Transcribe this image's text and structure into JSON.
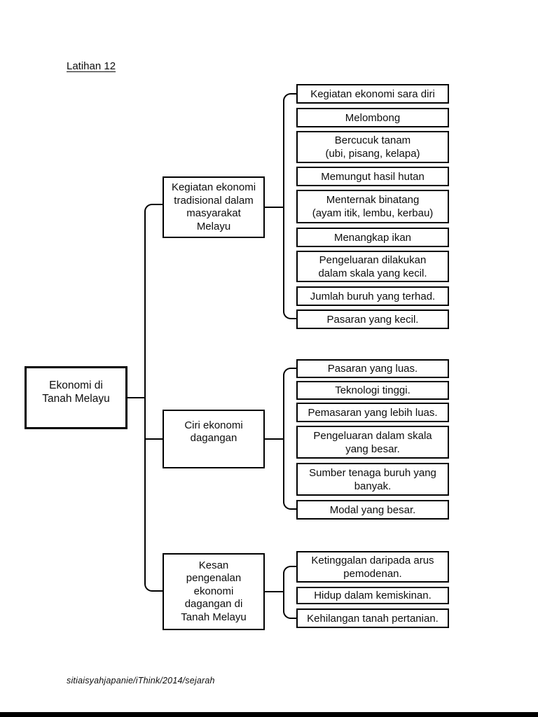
{
  "page": {
    "title": "Latihan 12",
    "footer": "sitiaisyahjapanie/iThink/2014/sejarah"
  },
  "colors": {
    "line": "#000000",
    "background": "#ffffff",
    "text": "#0d0d0d"
  },
  "diagram": {
    "type": "tree",
    "root": {
      "text": "Ekonomi di\nTanah Melayu"
    },
    "branches": [
      {
        "label": "Kegiatan ekonomi\ntradisional dalam\nmasyarakat\nMelayu",
        "leaves": [
          "Kegiatan ekonomi sara diri",
          "Melombong",
          "Bercucuk tanam\n(ubi, pisang, kelapa)",
          "Memungut hasil hutan",
          "Menternak binatang\n(ayam itik, lembu, kerbau)",
          "Menangkap ikan",
          "Pengeluaran dilakukan\ndalam skala yang kecil.",
          "Jumlah buruh yang terhad.",
          "Pasaran yang kecil."
        ]
      },
      {
        "label": "Ciri ekonomi\ndagangan",
        "leaves": [
          "Pasaran yang luas.",
          "Teknologi tinggi.",
          "Pemasaran yang lebih luas.",
          "Pengeluaran dalam skala\nyang besar.",
          "Sumber tenaga buruh yang\nbanyak.",
          "Modal yang besar."
        ]
      },
      {
        "label": "Kesan\npengenalan\nekonomi\ndagangan di\nTanah Melayu",
        "leaves": [
          "Ketinggalan daripada arus\npemodenan.",
          "Hidup dalam kemiskinan.",
          "Kehilangan tanah pertanian."
        ]
      }
    ]
  }
}
